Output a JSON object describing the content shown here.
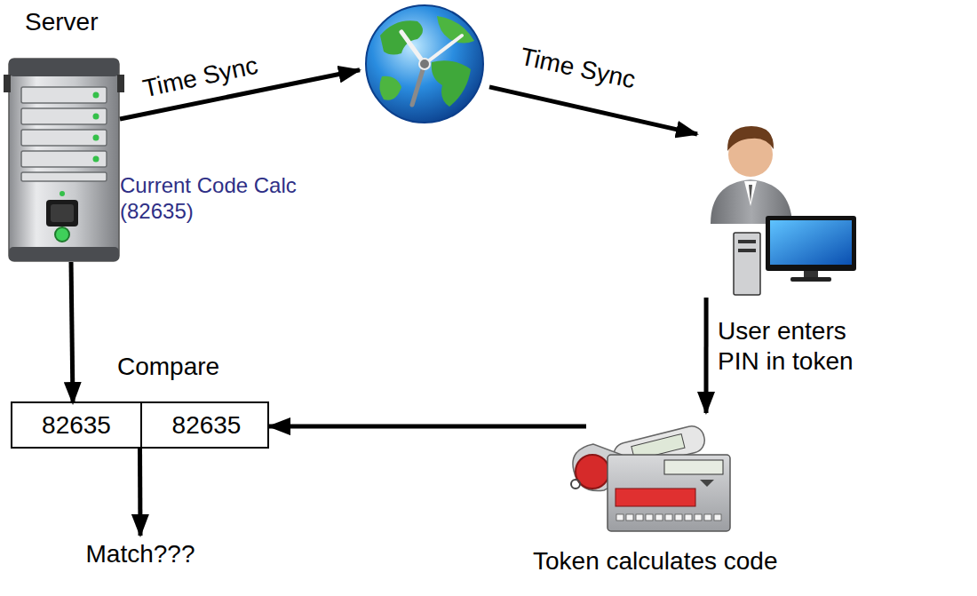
{
  "diagram": {
    "nodes": [
      {
        "text": [
          "Server",
          "Current Code Calc (82635)"
        ]
      },
      {
        "text": []
      },
      {
        "text": []
      },
      {
        "text": [
          "Token calculates code"
        ]
      },
      {
        "text": [
          "Compare"
        ]
      },
      {
        "text": [
          "82635"
        ],
        "in": 4
      },
      {
        "text": [
          "82635"
        ],
        "in": 4
      },
      {
        "text": [
          "Match???"
        ]
      }
    ],
    "edges": [
      {
        "from": 0,
        "to": 1,
        "label": "Time Sync",
        "arrow": "to"
      },
      {
        "from": 1,
        "to": 2,
        "label": "Time Sync",
        "arrow": "to"
      },
      {
        "from": 2,
        "to": 3,
        "label": "User enters PIN in token",
        "arrow": "to"
      },
      {
        "from": 0,
        "to": 5,
        "arrow": "to"
      },
      {
        "from": 3,
        "to": 4,
        "arrow": "to"
      },
      {
        "from": 4,
        "to": 7,
        "arrow": "to"
      }
    ]
  }
}
